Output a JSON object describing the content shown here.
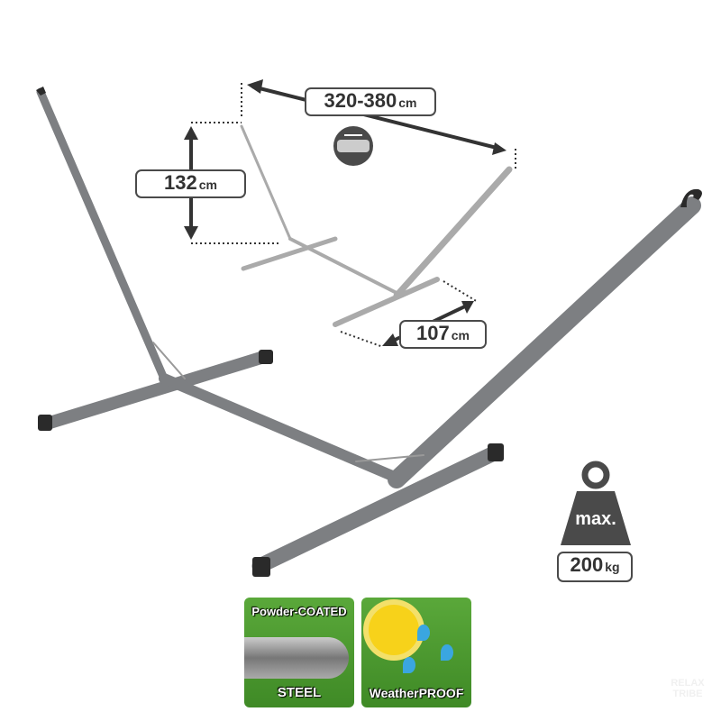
{
  "dimensions": {
    "length": {
      "value": "320-380",
      "unit": "cm"
    },
    "height": {
      "value": "132",
      "unit": "cm"
    },
    "width": {
      "value": "107",
      "unit": "cm"
    }
  },
  "max_load": {
    "label": "max.",
    "value": "200",
    "unit": "kg"
  },
  "badges": [
    {
      "top": "Powder-COATED",
      "bottom": "STEEL"
    },
    {
      "bottom": "WeatherPROOF"
    }
  ],
  "watermark": "RELAX TRIBE",
  "colors": {
    "frame": "#7d7f82",
    "badge_green": "#4a9a30",
    "label_border": "#4a4a4a"
  }
}
